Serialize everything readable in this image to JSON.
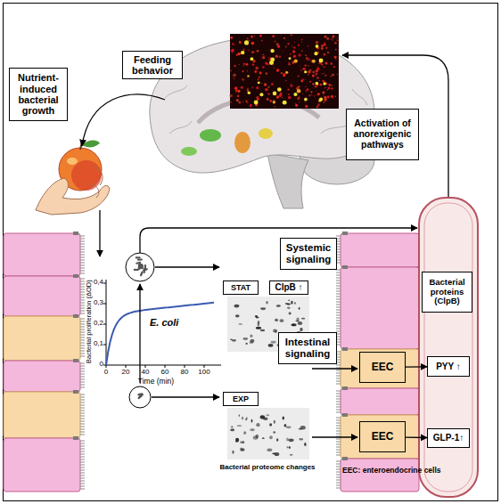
{
  "diagram": {
    "nodes": [
      {
        "text": [
          "Nutrient-induced bacterial growth"
        ]
      },
      {
        "text": [
          "Feeding behavior"
        ]
      },
      {
        "text": [
          "Activation of anorexigenic pathways"
        ]
      },
      {
        "text": [
          "Systemic signaling"
        ]
      },
      {
        "text": [
          "Bacterial proteins (ClpB)"
        ]
      },
      {
        "text": [
          "STAT"
        ]
      },
      {
        "text": [
          "ClpB ↑"
        ]
      },
      {
        "text": [
          "Intestinal signaling"
        ]
      },
      {
        "text": [
          "EEC"
        ]
      },
      {
        "text": [
          "PYY ↑"
        ]
      },
      {
        "text": [
          "EXP"
        ]
      },
      {
        "text": [
          "EEC"
        ]
      },
      {
        "text": [
          "GLP-1↑"
        ]
      }
    ],
    "edges": [
      {
        "from": 8,
        "to": 9,
        "arrow": "to"
      },
      {
        "from": 11,
        "to": 12,
        "arrow": "to"
      }
    ],
    "labels": [
      "Bacterial proliferation (ΔOD)",
      "0,4",
      "0,3",
      "0,2",
      "0,1",
      "0",
      "0",
      "20",
      "40",
      "60",
      "80",
      "100",
      "Time (min)",
      "E. coli",
      "Bacterial proteome changes",
      "EEC: enteroendocrine cells"
    ]
  }
}
